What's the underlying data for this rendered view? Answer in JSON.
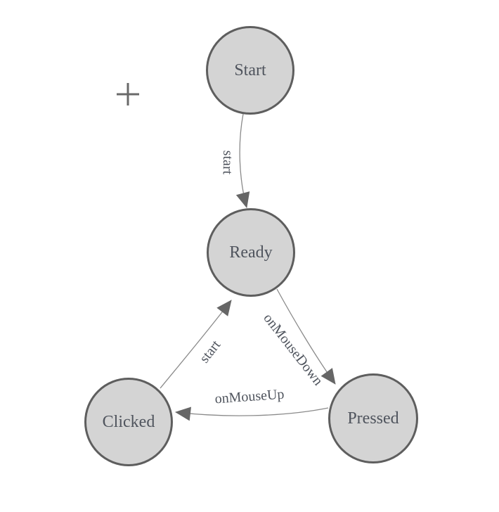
{
  "colors": {
    "canvas-bg": "#ffffff",
    "node-fill": "#d4d4d4",
    "node-stroke": "#5e5e5e",
    "edge-stroke": "#8a8a8a",
    "arrow-fill": "#666666",
    "label-color": "#4f545d",
    "cross-color": "#696969"
  },
  "origin_marker": {
    "icon": "plus-cross-icon"
  },
  "nodes": [
    {
      "id": "start",
      "label": "Start"
    },
    {
      "id": "ready",
      "label": "Ready"
    },
    {
      "id": "clicked",
      "label": "Clicked"
    },
    {
      "id": "pressed",
      "label": "Pressed"
    }
  ],
  "edges": [
    {
      "from": "Start",
      "to": "Ready",
      "label": "start"
    },
    {
      "from": "Ready",
      "to": "Pressed",
      "label": "onMouseDown"
    },
    {
      "from": "Pressed",
      "to": "Clicked",
      "label": "onMouseUp"
    },
    {
      "from": "Clicked",
      "to": "Ready",
      "label": "start"
    }
  ]
}
